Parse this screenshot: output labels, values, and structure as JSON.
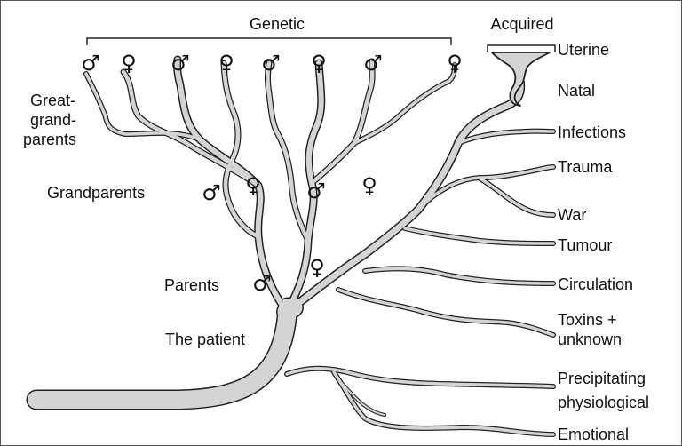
{
  "labels": {
    "genetic": "Genetic",
    "acquired": "Acquired",
    "great_grandparents": [
      "Great-",
      "grand-",
      "parents"
    ],
    "grandparents": "Grandparents",
    "parents": "Parents",
    "patient": "The patient"
  },
  "symbols": {
    "male": "♂",
    "female": "♀",
    "top_row": [
      "♂",
      "♀",
      "♂",
      "♀",
      "♂",
      "♀",
      "♂",
      "♀"
    ],
    "grandparent_row": [
      "♂",
      "♀",
      "♂",
      "♀"
    ],
    "parent_row": [
      "♂",
      "♀"
    ]
  },
  "acquired_factors": {
    "uterine": "Uterine",
    "natal": "Natal",
    "infections": "Infections",
    "trauma": "Trauma",
    "war": "War",
    "tumour": "Tumour",
    "circulation": "Circulation",
    "toxins": [
      "Toxins +",
      "unknown"
    ],
    "precipitating": [
      "Precipitating",
      "physiological"
    ],
    "emotional": "Emotional"
  },
  "colors": {
    "branch_fill": "#d4d4d4",
    "outline": "#222222"
  }
}
